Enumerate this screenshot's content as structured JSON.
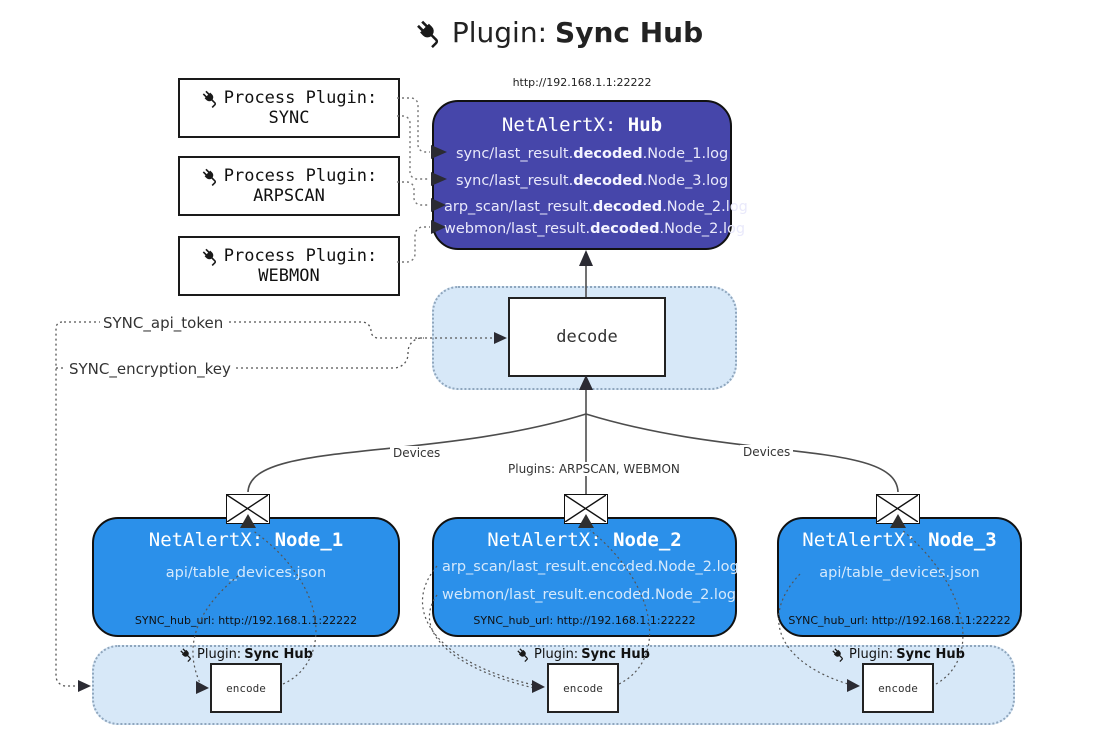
{
  "title": {
    "prefix": "Plugin:",
    "name": "Sync Hub"
  },
  "hub": {
    "url_label": "http://192.168.1.1:22222",
    "title_prefix": "NetAlertX:",
    "title_name": "Hub",
    "logs": [
      {
        "pre": "sync/last_result.",
        "mid": "decoded",
        "post": ".Node_1.log"
      },
      {
        "pre": "sync/last_result.",
        "mid": "decoded",
        "post": ".Node_3.log"
      },
      {
        "pre": "arp_scan/last_result.",
        "mid": "decoded",
        "post": ".Node_2.log"
      },
      {
        "pre": "webmon/last_result.",
        "mid": "decoded",
        "post": ".Node_2.log"
      }
    ]
  },
  "process_plugins": [
    {
      "label": "Process Plugin:",
      "name": "SYNC"
    },
    {
      "label": "Process Plugin:",
      "name": "ARPSCAN"
    },
    {
      "label": "Process Plugin:",
      "name": "WEBMON"
    }
  ],
  "decode_label": "decode",
  "encode_label": "encode",
  "secrets": {
    "api_token": "SYNC_api_token",
    "encryption_key": "SYNC_encryption_key"
  },
  "edge_labels": {
    "devices_left": "Devices",
    "plugins_mid": "Plugins: ARPSCAN, WEBMON",
    "devices_right": "Devices"
  },
  "nodes": [
    {
      "title_prefix": "NetAlertX:",
      "title_name": "Node_1",
      "lines": [
        "api/table_devices.json"
      ],
      "hub_url": "SYNC_hub_url: http://192.168.1.1:22222"
    },
    {
      "title_prefix": "NetAlertX:",
      "title_name": "Node_2",
      "lines": [
        "arp_scan/last_result.encoded.Node_2.log",
        "webmon/last_result.encoded.Node_2.log"
      ],
      "hub_url": "SYNC_hub_url: http://192.168.1.1:22222"
    },
    {
      "title_prefix": "NetAlertX:",
      "title_name": "Node_3",
      "lines": [
        "api/table_devices.json"
      ],
      "hub_url": "SYNC_hub_url: http://192.168.1.1:22222"
    }
  ],
  "encode_plugin_label": {
    "prefix": "Plugin:",
    "name": "Sync Hub"
  },
  "colors": {
    "hub_fill": "#4646aa",
    "node_fill": "#2b90ea",
    "band_fill": "#d7e8f8",
    "connector": "#4d4d4d"
  }
}
